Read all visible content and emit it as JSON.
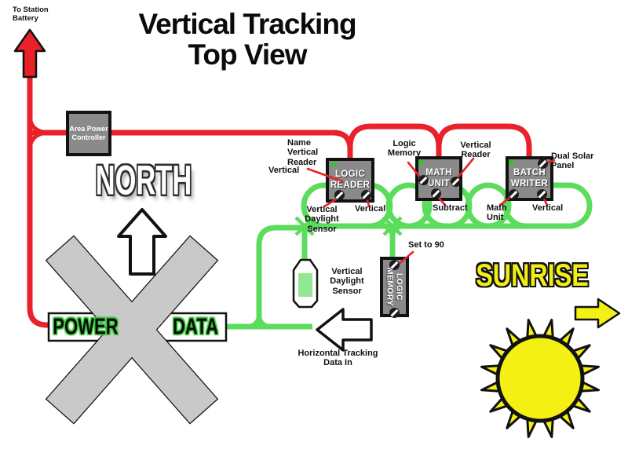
{
  "title": {
    "line1": "Vertical Tracking",
    "line2": "Top View"
  },
  "compass": {
    "north": "NORTH"
  },
  "sun": {
    "label": "SUNRISE"
  },
  "bus": {
    "power": "POWER",
    "data": "DATA"
  },
  "battery": {
    "label": "To Station Battery"
  },
  "devices": {
    "area_power_controller": {
      "label": "Area Power Controller"
    },
    "logic_reader": {
      "label": "LOGIC READER"
    },
    "math_unit": {
      "label": "MATH UNIT"
    },
    "batch_writer": {
      "label": "BATCH WRITER"
    },
    "logic_memory": {
      "label": "LOGIC MEMORY"
    }
  },
  "annotations": {
    "name_vertical_reader": "Name Vertical Reader",
    "vertical_input": "Vertical",
    "vertical_daylight_sensor_reader": "Vertical Daylight Sensor",
    "vertical_reader_output": "Vertical",
    "logic_memory_ref": "Logic Memory",
    "vertical_reader_ref": "Vertical Reader",
    "subtract": "Subtract",
    "math_unit_ref": "Math Unit",
    "vertical_writer_output": "Vertical",
    "dual_solar_panel": "Dual Solar Panel",
    "set_to_90": "Set to 90",
    "vertical_daylight_sensor_device": "Vertical Daylight Sensor",
    "horizontal_tracking_data_in": "Horizontal Tracking Data In"
  },
  "colors": {
    "power_cable": "#e8212b",
    "data_cable": "#5cdc5c",
    "device_fill": "#8a8a8a",
    "sun_yellow": "#f4f013",
    "indicator_green": "#2ec42e",
    "cross_gray": "#c9c9c9"
  }
}
